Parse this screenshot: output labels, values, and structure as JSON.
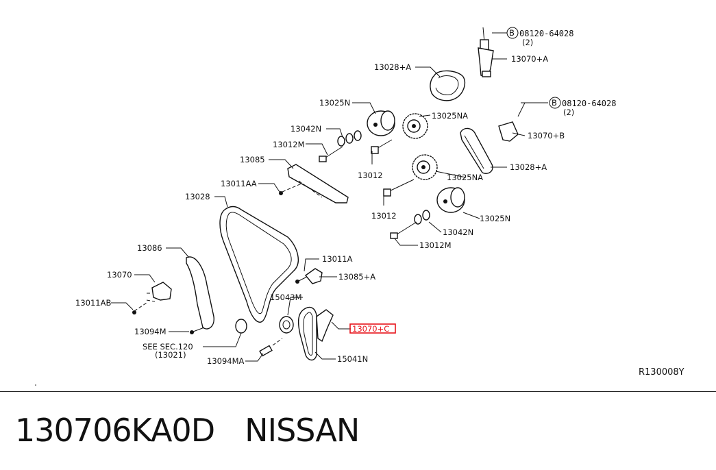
{
  "callouts": {
    "c1": "13028+A",
    "c2": "13070+A",
    "c3": "13025N",
    "c4": "13025NA",
    "c5": "13042N",
    "c6": "13012M",
    "c7": "13012",
    "c8": "13085",
    "c9": "13011AA",
    "c10": "13028",
    "c11": "13070+B",
    "c12": "13028+A",
    "c13": "13025NA",
    "c14": "13012",
    "c15": "13025N",
    "c16": "13042N",
    "c17": "13012M",
    "c18": "13086",
    "c19": "13070",
    "c20": "13011AB",
    "c21": "13011A",
    "c22": "13085+A",
    "c23": "15043M",
    "c24": "13070+C",
    "c25": "13094M",
    "c26": "SEE SEC.120",
    "c27": "(13021)",
    "c28": "13094MA",
    "c29": "15041N"
  },
  "bolt_refs": [
    {
      "marker": "B",
      "part": "08120-64028",
      "qty": "(2)"
    },
    {
      "marker": "B",
      "part": "08120-64028",
      "qty": "(2)"
    }
  ],
  "diagram_code": "R130008Y",
  "footer": {
    "part_number": "130706KA0D",
    "brand": "NISSAN"
  },
  "highlight_color": "#e8141c"
}
